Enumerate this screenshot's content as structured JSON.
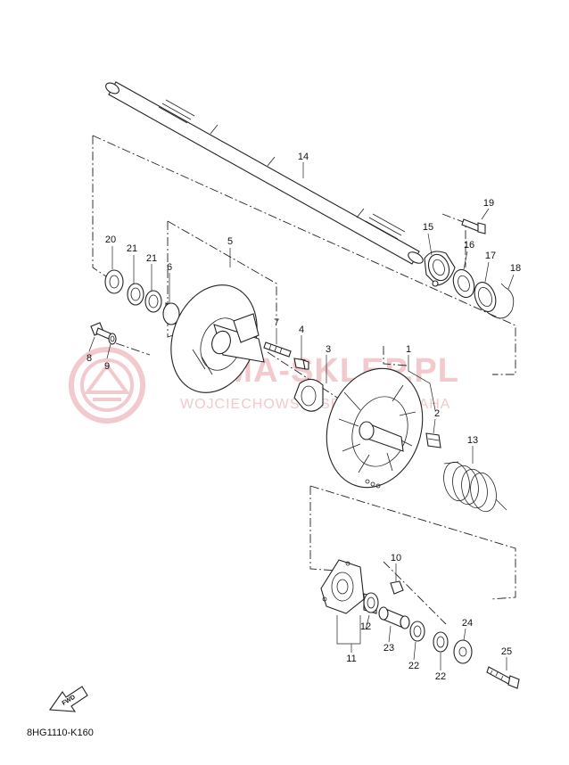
{
  "diagram": {
    "code": "8HG1110-K160",
    "fwd_label": "FWD",
    "watermark": {
      "main": "YAMA-SKLEP.PL",
      "sub": "WOJCIECHOWSKI SERWIS YAMAHA"
    },
    "callouts": [
      {
        "key": "p1",
        "text": "1"
      },
      {
        "key": "p2",
        "text": "2"
      },
      {
        "key": "p3",
        "text": "3"
      },
      {
        "key": "p4",
        "text": "4"
      },
      {
        "key": "p5",
        "text": "5"
      },
      {
        "key": "p6",
        "text": "6"
      },
      {
        "key": "p7",
        "text": "7"
      },
      {
        "key": "p8",
        "text": "8"
      },
      {
        "key": "p9",
        "text": "9"
      },
      {
        "key": "p10",
        "text": "10"
      },
      {
        "key": "p11",
        "text": "11"
      },
      {
        "key": "p12",
        "text": "12"
      },
      {
        "key": "p13",
        "text": "13"
      },
      {
        "key": "p14",
        "text": "14"
      },
      {
        "key": "p15",
        "text": "15"
      },
      {
        "key": "p16",
        "text": "16"
      },
      {
        "key": "p17",
        "text": "17"
      },
      {
        "key": "p18",
        "text": "18"
      },
      {
        "key": "p19",
        "text": "19"
      },
      {
        "key": "p20",
        "text": "20"
      },
      {
        "key": "p21a",
        "text": "21"
      },
      {
        "key": "p21b",
        "text": "21"
      },
      {
        "key": "p22a",
        "text": "22"
      },
      {
        "key": "p22b",
        "text": "22"
      },
      {
        "key": "p23",
        "text": "23"
      },
      {
        "key": "p24",
        "text": "24"
      },
      {
        "key": "p25",
        "text": "25"
      }
    ]
  }
}
